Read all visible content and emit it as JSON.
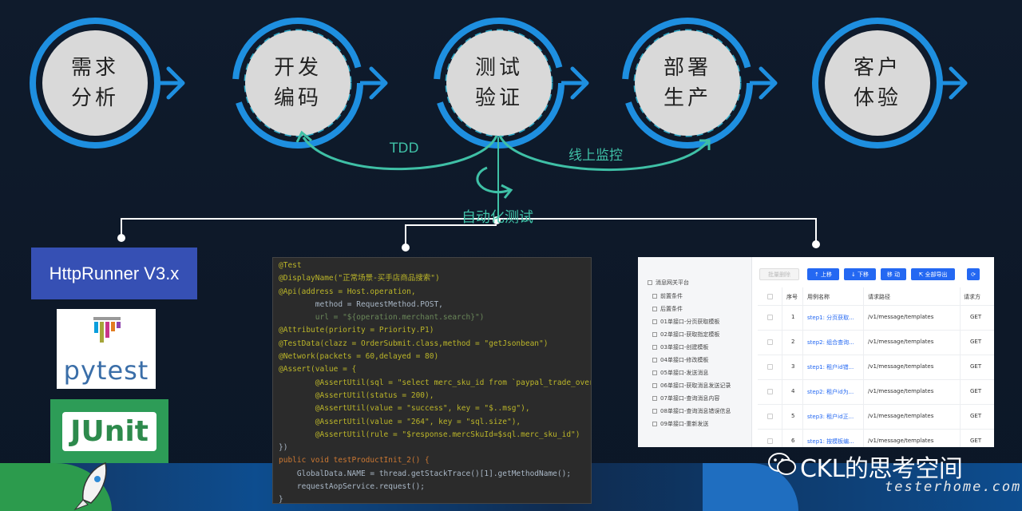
{
  "stages": [
    {
      "line1": "需求",
      "line2": "分析"
    },
    {
      "line1": "开发",
      "line2": "编码"
    },
    {
      "line1": "测试",
      "line2": "验证"
    },
    {
      "line1": "部署",
      "line2": "生产"
    },
    {
      "line1": "客户",
      "line2": "体验"
    }
  ],
  "loops": {
    "tdd": "TDD",
    "monitor": "线上监控",
    "automation": "自动化测试"
  },
  "tools": {
    "httprunner": "HttpRunner V3.x",
    "pytest": "pytest",
    "junit": "JUnit"
  },
  "code": {
    "lines": [
      "@Test",
      "@DisplayName(\"正常场景-买手店商品搜索\")",
      "@Api(address = Host.operation,",
      "        method = RequestMethod.POST,",
      "        url = \"${operation.merchant.search}\")",
      "@Attribute(priority = Priority.P1)",
      "@TestData(clazz = OrderSubmit.class,method = \"getJsonbean\")",
      "@Network(packets = 60,delayed = 80)",
      "@Assert(value = {",
      "        @AssertUtil(sql = \"select merc_sku_id from `paypal_trade_oversea_cbc_",
      "        @AssertUtil(status = 200),",
      "        @AssertUtil(value = \"success\", key = \"$..msg\"),",
      "        @AssertUtil(value = \"264\", key = \"sql.size\"),",
      "        @AssertUtil(rule = \"$response.mercSkuId=$sql.merc_sku_id\")",
      "})",
      "public void testProductInit_2() {",
      "    GlobalData.NAME = thread.getStackTrace()[1].getMethodName();",
      "    requestAopService.request();",
      "}"
    ]
  },
  "case_manager": {
    "tree_root": "消息网关平台",
    "tree_items": [
      "前置条件",
      "后置条件",
      "01单接口-分页获取模板",
      "02单接口-获取指定模板",
      "03单接口-创建模板",
      "04单接口-修改模板",
      "05单接口-发送消息",
      "06单接口-获取消息发送记录",
      "07单接口-查询消息内容",
      "08单接口-查询消息错误信息",
      "09单接口-重新发送"
    ],
    "toolbar": {
      "batch_delete": "批量删除",
      "move_up": "上移",
      "move_down": "下移",
      "move": "移 动",
      "export_all": "全部导出"
    },
    "headers": [
      "序号",
      "用例名称",
      "请求路径",
      "请求方"
    ],
    "rows": [
      {
        "no": "1",
        "name": "step1: 分页获取...",
        "path": "/v1/message/templates",
        "method": "GET"
      },
      {
        "no": "2",
        "name": "step2: 组合查询...",
        "path": "/v1/message/templates",
        "method": "GET"
      },
      {
        "no": "3",
        "name": "step1: 租户id错...",
        "path": "/v1/message/templates",
        "method": "GET"
      },
      {
        "no": "4",
        "name": "step2: 租户id为...",
        "path": "/v1/message/templates",
        "method": "GET"
      },
      {
        "no": "5",
        "name": "step3: 租户id正...",
        "path": "/v1/message/templates",
        "method": "GET"
      },
      {
        "no": "6",
        "name": "step1: 按模板编...",
        "path": "/v1/message/templates",
        "method": "GET"
      }
    ]
  },
  "branding": {
    "title": "CKL的思考空间",
    "site": "testerhome.com"
  },
  "colors": {
    "ring": "#1e8fe0",
    "arrow": "#1e8fe0",
    "loop": "#3fc0a6",
    "http": "#3650b4",
    "junit": "#2d9c57"
  }
}
